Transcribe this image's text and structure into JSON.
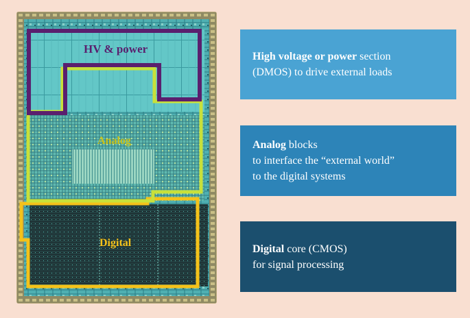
{
  "chip_labels": {
    "hv": "HV & power",
    "analog": "Analog",
    "digital": "Digital"
  },
  "boxes": {
    "hv": {
      "bold": "High voltage or power",
      "rest_first": " section",
      "line2": "(DMOS) to drive external loads"
    },
    "analog": {
      "bold": "Analog",
      "rest_first": " blocks",
      "line2": "to interface the “external world”",
      "line3": "to the digital systems"
    },
    "digital": {
      "bold": "Digital",
      "rest_first": " core (CMOS)",
      "line2": "for signal processing"
    }
  },
  "colors": {
    "background": "#f9dfd1",
    "hv_outline": "#5a1f6e",
    "analog_outline": "#c8e03a",
    "digital_outline": "#f4c21a",
    "box_hv": "#4aa3d3",
    "box_analog": "#2d84b8",
    "box_digital": "#1b4f6e",
    "chip_die": "#4fb0b2"
  }
}
